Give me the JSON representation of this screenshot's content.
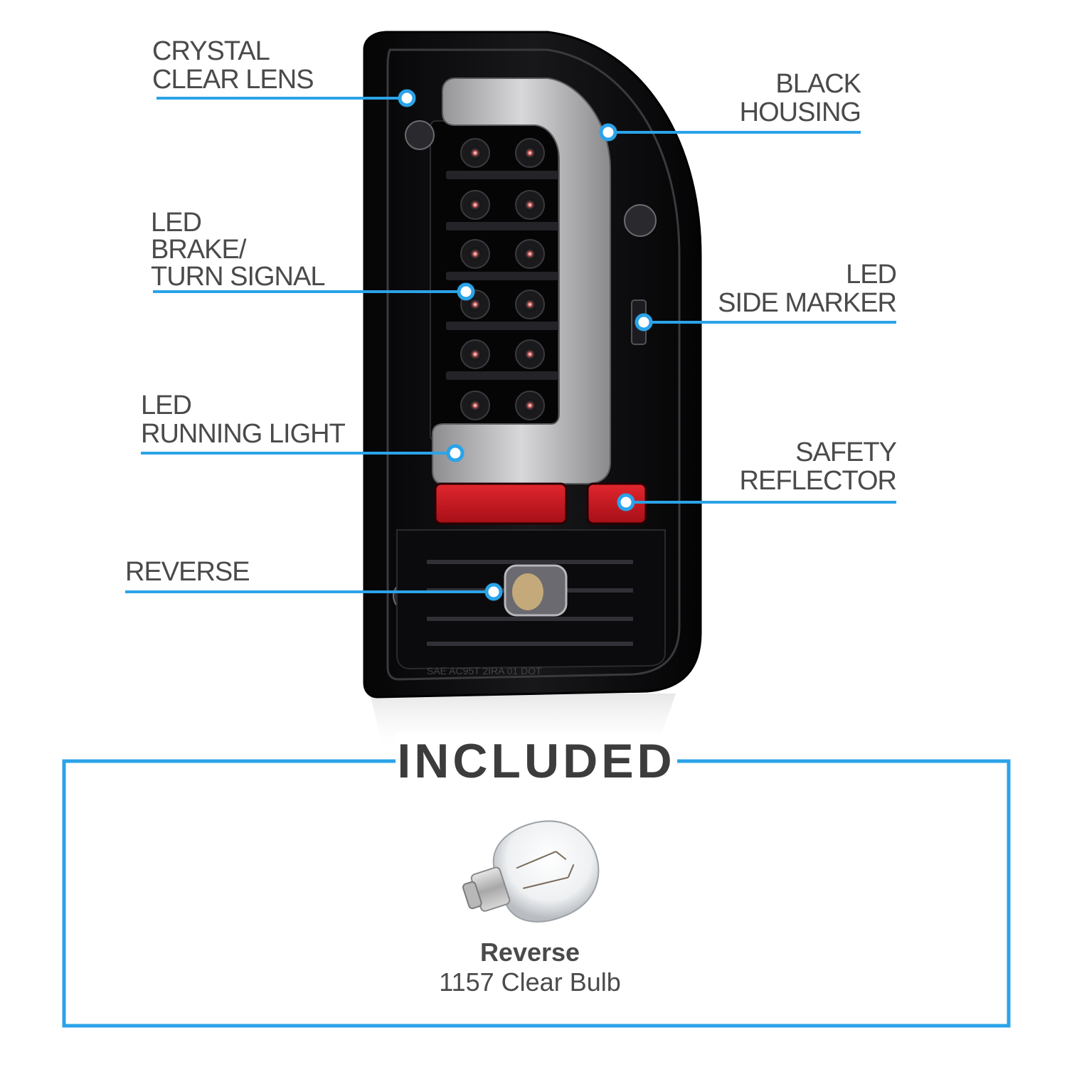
{
  "callouts": {
    "crystal_lens": [
      "CRYSTAL",
      "CLEAR LENS"
    ],
    "black_housing": [
      "BLACK",
      "HOUSING"
    ],
    "led_brake": [
      "LED",
      "BRAKE/",
      "TURN SIGNAL"
    ],
    "side_marker": [
      "LED",
      "SIDE MARKER"
    ],
    "running_light": [
      "LED",
      "RUNNING LIGHT"
    ],
    "safety_reflector": [
      "SAFETY",
      "REFLECTOR"
    ],
    "reverse": [
      "REVERSE"
    ]
  },
  "included": {
    "title": "INCLUDED",
    "item_name": "Reverse",
    "item_desc": "1157 Clear Bulb"
  },
  "colors": {
    "accent": "#2ba3e8",
    "housing": "#0d0d0f",
    "reflector": "#c8151e",
    "text": "#4a4a4a"
  }
}
